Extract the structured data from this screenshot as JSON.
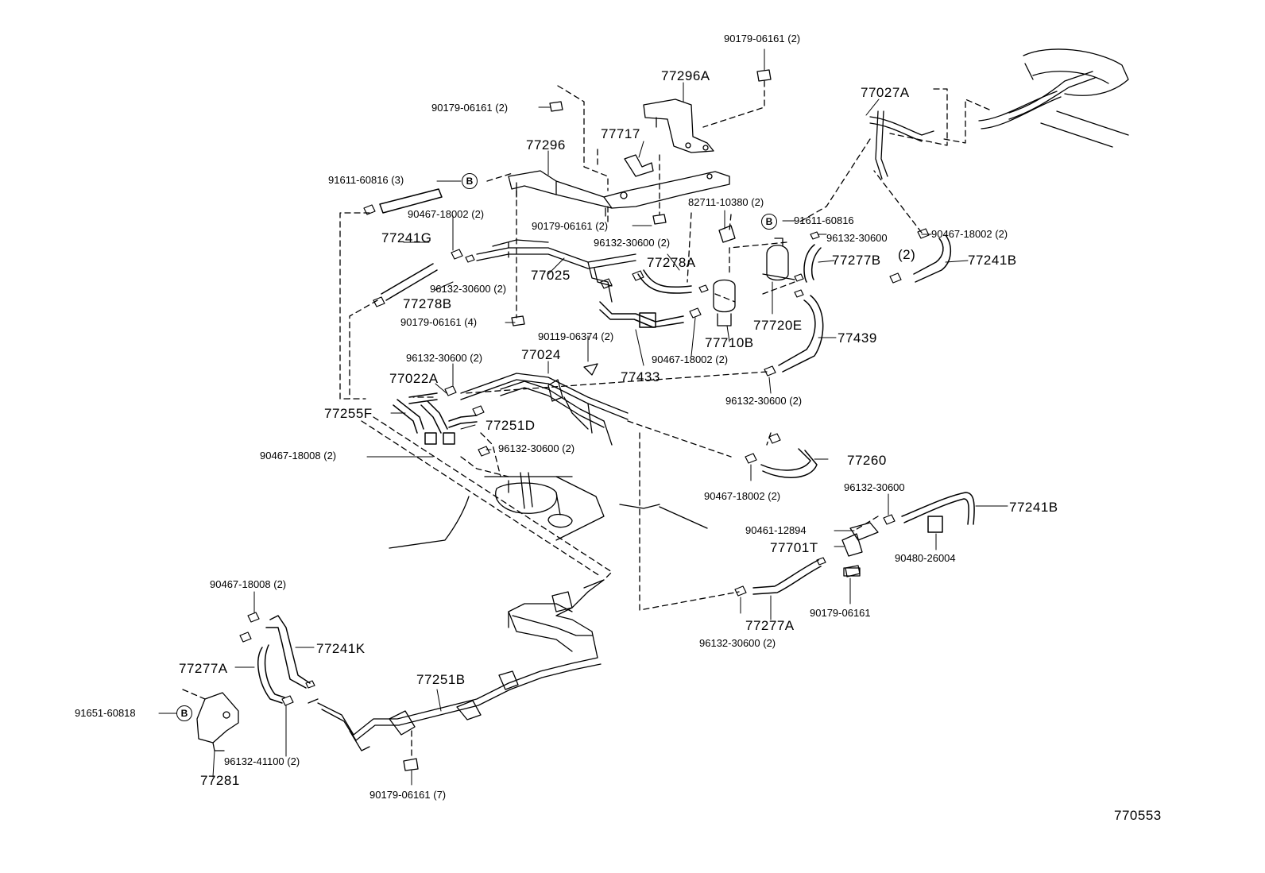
{
  "diagram_id": "770553",
  "circle_marker": "B",
  "callouts": {
    "n1": "90179-06161 (2)",
    "n2": "77296A",
    "n3": "90179-06161 (2)",
    "n4": "77717",
    "n5": "77296",
    "n6": "77027A",
    "n7": "91611-60816 (3)",
    "n8": "82711-10380 (2)",
    "n9": "90467-18002 (2)",
    "n10": "90179-06161 (2)",
    "n11": "91611-60816",
    "n12": "77241G",
    "n13": "96132-30600 (2)",
    "n14": "96132-30600",
    "n15": "90467-18002 (2)",
    "n16": "77278A",
    "n17": "77025",
    "n18": "77277B",
    "n19": "(2)",
    "n20": "77241B",
    "n21": "96132-30600 (2)",
    "n22": "77278B",
    "n23": "90179-06161 (4)",
    "n24": "77720E",
    "n25": "77439",
    "n26": "90119-06374 (2)",
    "n27": "77710B",
    "n28": "96132-30600 (2)",
    "n29": "77024",
    "n30": "90467-18002 (2)",
    "n31": "77433",
    "n32": "77022A",
    "n33": "96132-30600 (2)",
    "n34": "77255F",
    "n35": "77251D",
    "n36": "90467-18008 (2)",
    "n37": "96132-30600 (2)",
    "n38": "77260",
    "n39": "90467-18002 (2)",
    "n40": "96132-30600",
    "n41": "77241B",
    "n42": "90461-12894",
    "n43": "77701T",
    "n44": "90480-26004",
    "n45": "90179-06161",
    "n46": "90467-18008 (2)",
    "n47": "77277A",
    "n48": "96132-30600 (2)",
    "n49": "77241K",
    "n50": "77277A",
    "n51": "77251B",
    "n52": "91651-60818",
    "n53": "96132-41100 (2)",
    "n54": "77281",
    "n55": "90179-06161 (7)"
  }
}
